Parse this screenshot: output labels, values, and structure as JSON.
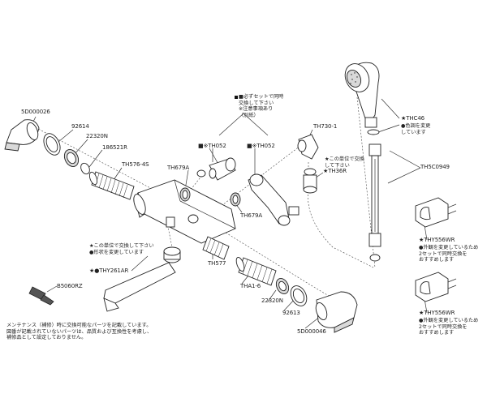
{
  "parts": {
    "p1": "5D000026",
    "p2": "92614",
    "p3": "22320N",
    "p4": "186521R",
    "p5": "TH576-4S",
    "p6": "TH679A",
    "p7": "TH052",
    "p8": "TH052",
    "p9": "TH679A",
    "p10": "TH730-1",
    "p11": "TH36R",
    "p12": "THC46",
    "p13": "TH5C0949",
    "p14": "THY556WR",
    "p15": "THY556WR",
    "p16": "THY261AR",
    "p17": "TH577",
    "p18": "THA1-6",
    "p19": "22320N",
    "p20": "92613",
    "p21": "5D000046",
    "p22": "B5060RZ"
  },
  "notes": {
    "set_note": [
      "■必ずセットで同時",
      "交換して下さい",
      "※注意事項あり",
      "（別紙）"
    ],
    "unit_note_right": [
      "★この単位で交換",
      "して下さい"
    ],
    "unit_note_left": [
      "★この単位で交換して下さい",
      "●形状を変更しています"
    ],
    "color_changed": [
      "●色調を変更",
      "しています"
    ],
    "hook_note1": [
      "●外観を変更しているため",
      "2セットで同時交換を",
      "おすすめします"
    ],
    "hook_note2": [
      "●外観を変更しているため",
      "2セットで同時交換を",
      "おすすめします"
    ],
    "footer": [
      "メンテナンス（補修）時に交換可能なパーツを記載しています。",
      "図番が記載されていないパーツは、品質および互換性を考慮し、",
      "補修品として設定しておりません。"
    ]
  },
  "marks": {
    "square": "■",
    "asterisk": "※",
    "star": "★",
    "dot": "●"
  }
}
